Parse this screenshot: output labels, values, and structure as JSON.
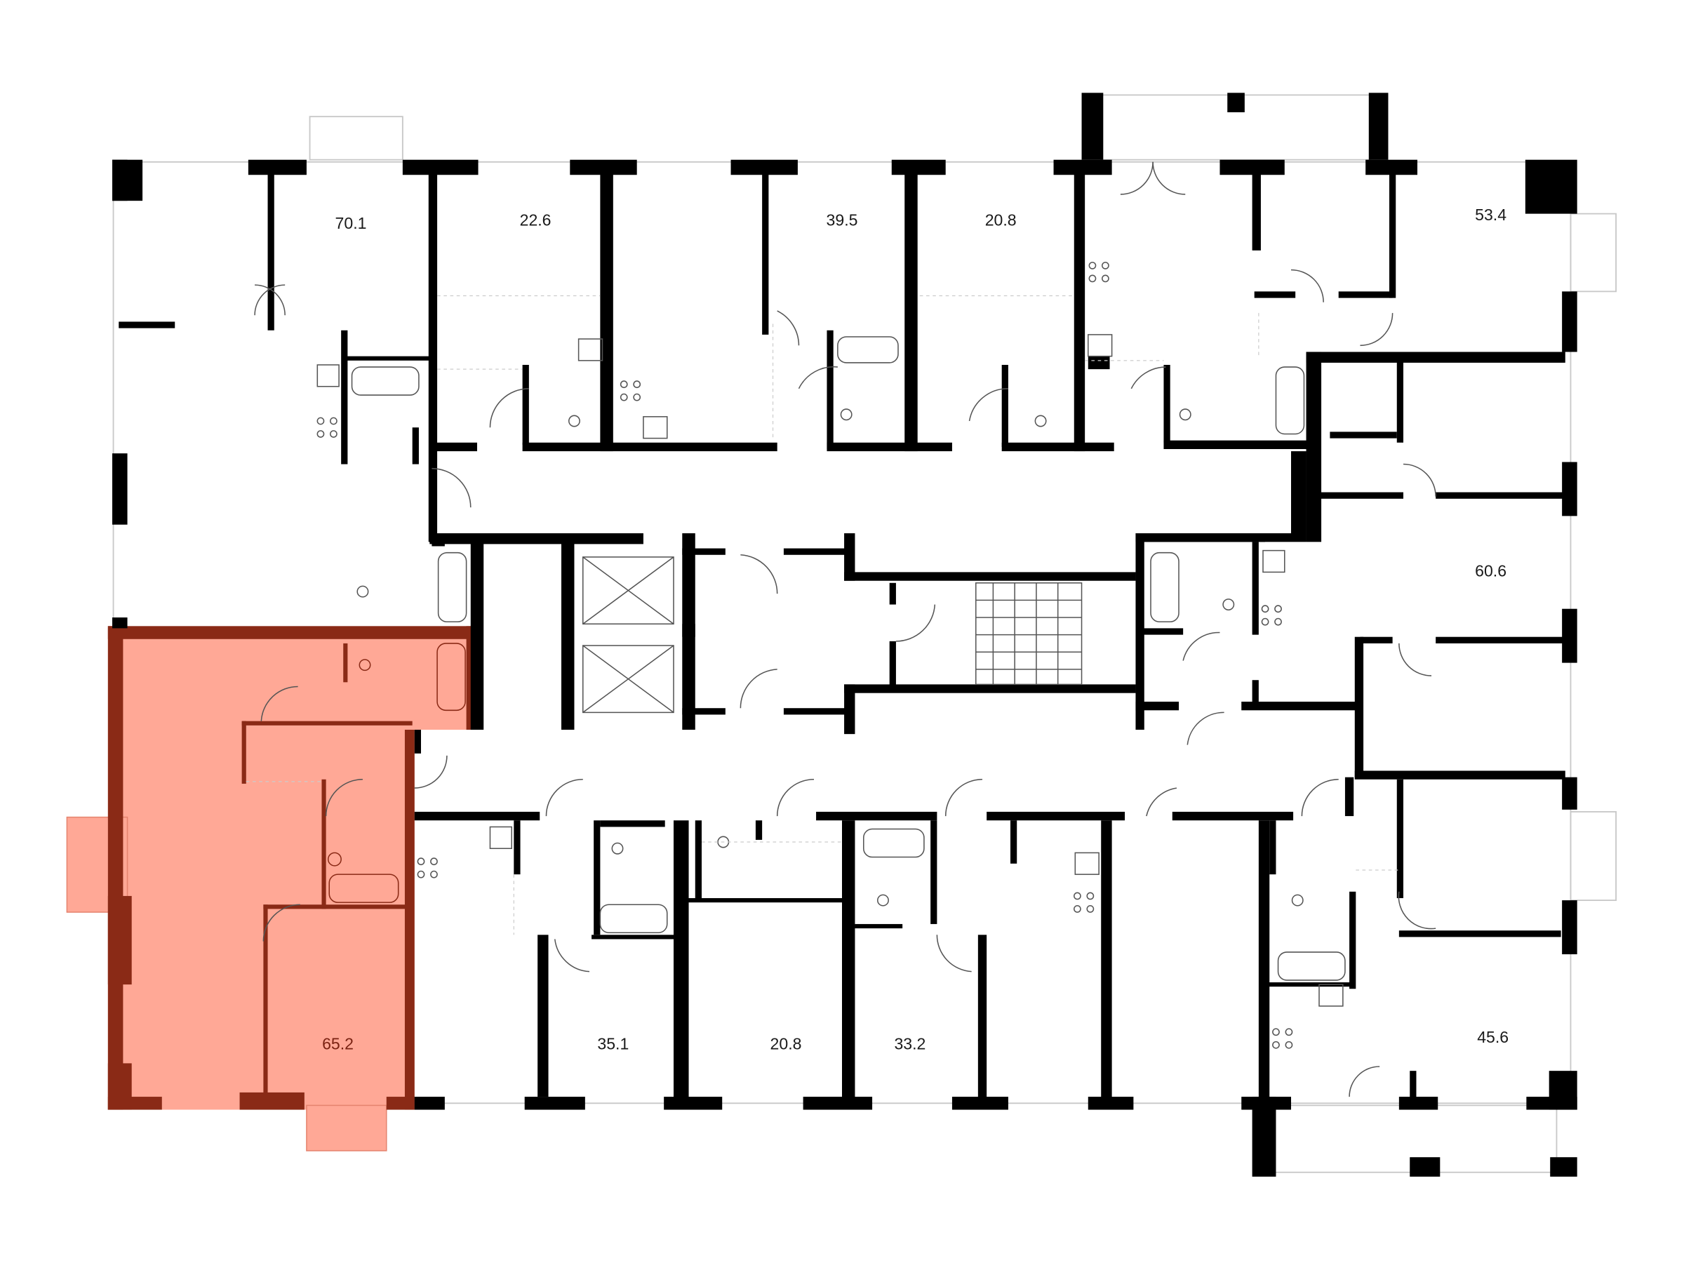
{
  "plan": {
    "selected_unit": "65.2",
    "colors": {
      "wall": "#000000",
      "selected_fill": "#ffa896",
      "selected_wall": "#8a2a16",
      "window_line": "#c8c8c8",
      "fixture_line": "#555555",
      "background": "#ffffff"
    },
    "areas": {
      "a70_1": "70.1",
      "a22_6": "22.6",
      "a39_5": "39.5",
      "a20_8_top": "20.8",
      "a53_4": "53.4",
      "a60_6": "60.6",
      "a65_2": "65.2",
      "a35_1": "35.1",
      "a20_8_bottom": "20.8",
      "a33_2": "33.2",
      "a45_6": "45.6"
    }
  }
}
